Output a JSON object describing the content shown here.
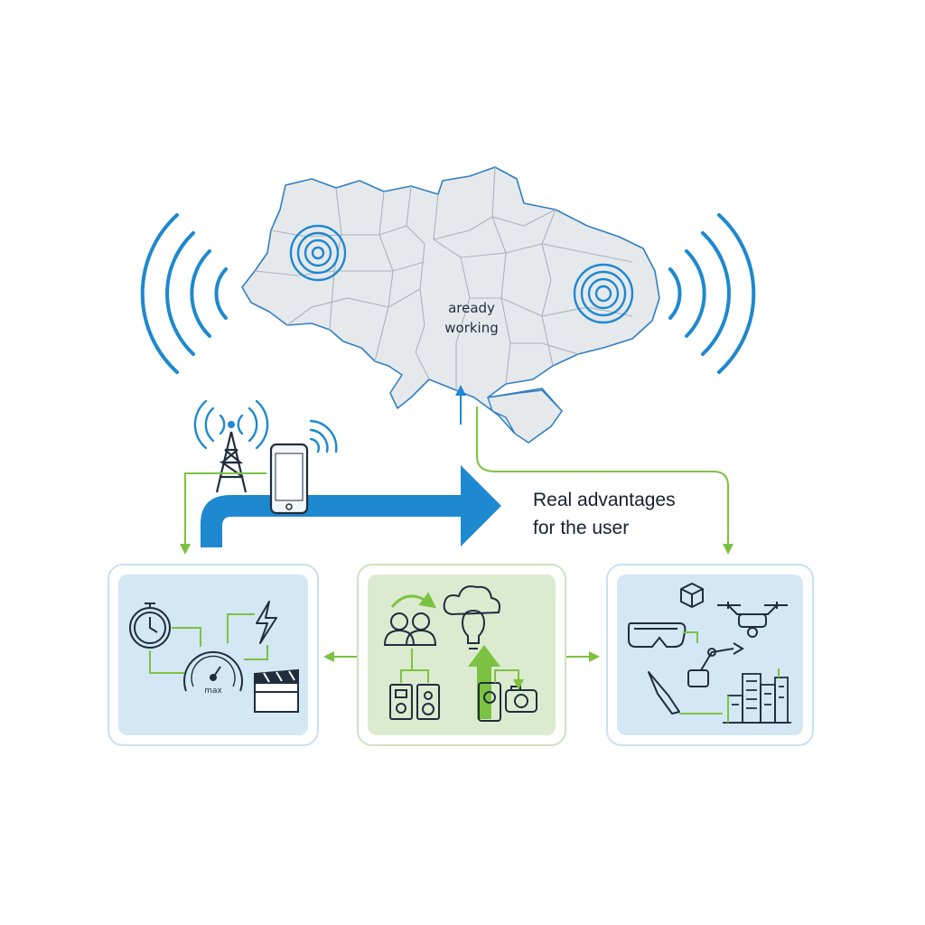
{
  "map": {
    "label_line1": "aready",
    "label_line2": "working"
  },
  "headline": {
    "line1": "Real advantages",
    "line2": "for the user"
  },
  "panels": {
    "left": {
      "gauge_label": "max"
    }
  },
  "icons": {
    "tower": "radio-tower-icon",
    "phone": "smartphone-icon",
    "stopwatch": "stopwatch-icon",
    "speedometer": "speedometer-icon",
    "lightning": "lightning-icon",
    "clapperboard": "clapperboard-icon",
    "users": "users-icon",
    "cloud_bulb": "cloud-lightbulb-icon",
    "speakers": "speaker-icon",
    "camera": "camera-icon",
    "vr": "vr-headset-icon",
    "cube": "cube-icon",
    "drone": "drone-icon",
    "robot_arm": "robot-arm-icon",
    "scalpel": "scalpel-icon",
    "city": "smart-city-icon"
  },
  "colors": {
    "blue": "#1e88d0",
    "green": "#7cc242",
    "panel_blue": "#d3e7f5",
    "panel_green": "#dcebd0",
    "map_fill": "#e6e9ec"
  }
}
